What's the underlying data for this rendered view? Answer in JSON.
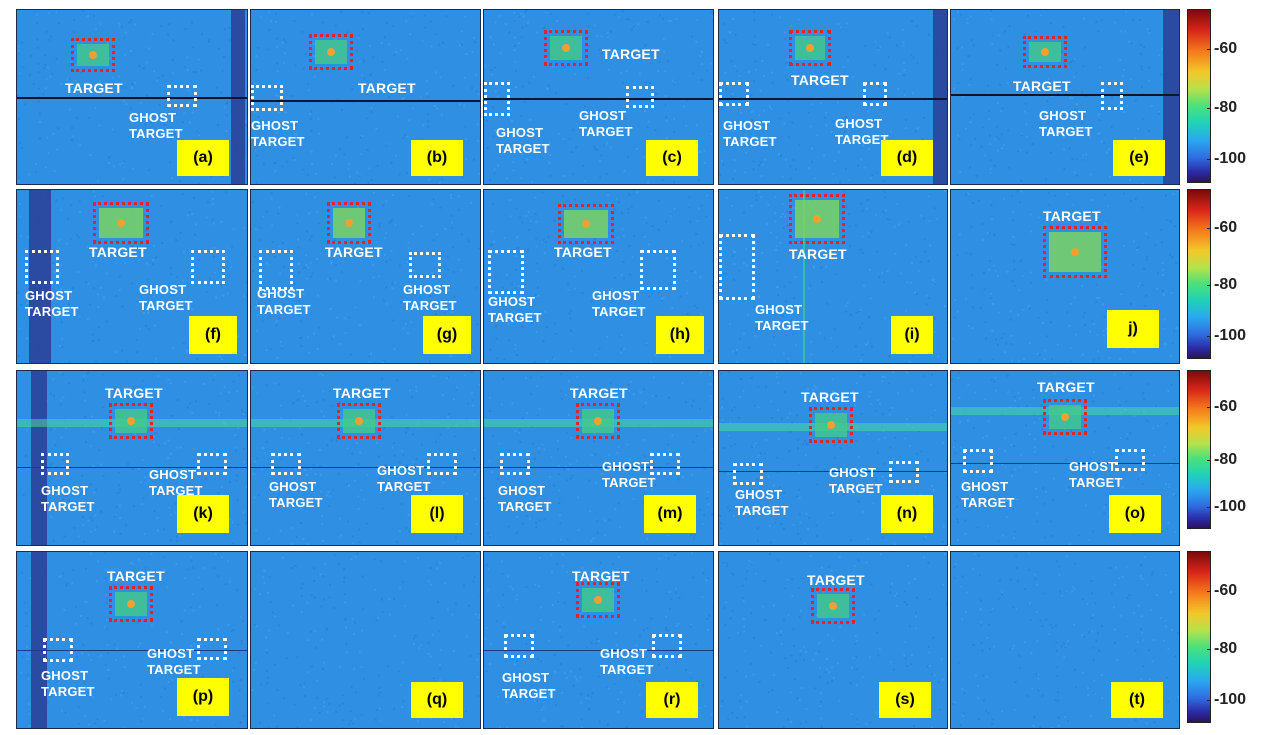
{
  "target_label": "TARGET",
  "ghost_label": "GHOST\nTARGET",
  "colorbar_ticks": [
    "-60",
    "-80",
    "-100"
  ],
  "colors": {
    "background": "#2e8fe3",
    "target_box": "#e3222b",
    "ghost_box": "#ffffff",
    "panel_tag": "#ffff00"
  },
  "panels": [
    {
      "id": "(a)"
    },
    {
      "id": "(b)"
    },
    {
      "id": "(c)"
    },
    {
      "id": "(d)"
    },
    {
      "id": "(e)"
    },
    {
      "id": "(f)"
    },
    {
      "id": "(g)"
    },
    {
      "id": "(h)"
    },
    {
      "id": "(i)"
    },
    {
      "id": "j)"
    },
    {
      "id": "(k)"
    },
    {
      "id": "(l)"
    },
    {
      "id": "(m)"
    },
    {
      "id": "(n)"
    },
    {
      "id": "(o)"
    },
    {
      "id": "(p)"
    },
    {
      "id": "(q)"
    },
    {
      "id": "(r)"
    },
    {
      "id": "(s)"
    },
    {
      "id": "(t)"
    }
  ]
}
